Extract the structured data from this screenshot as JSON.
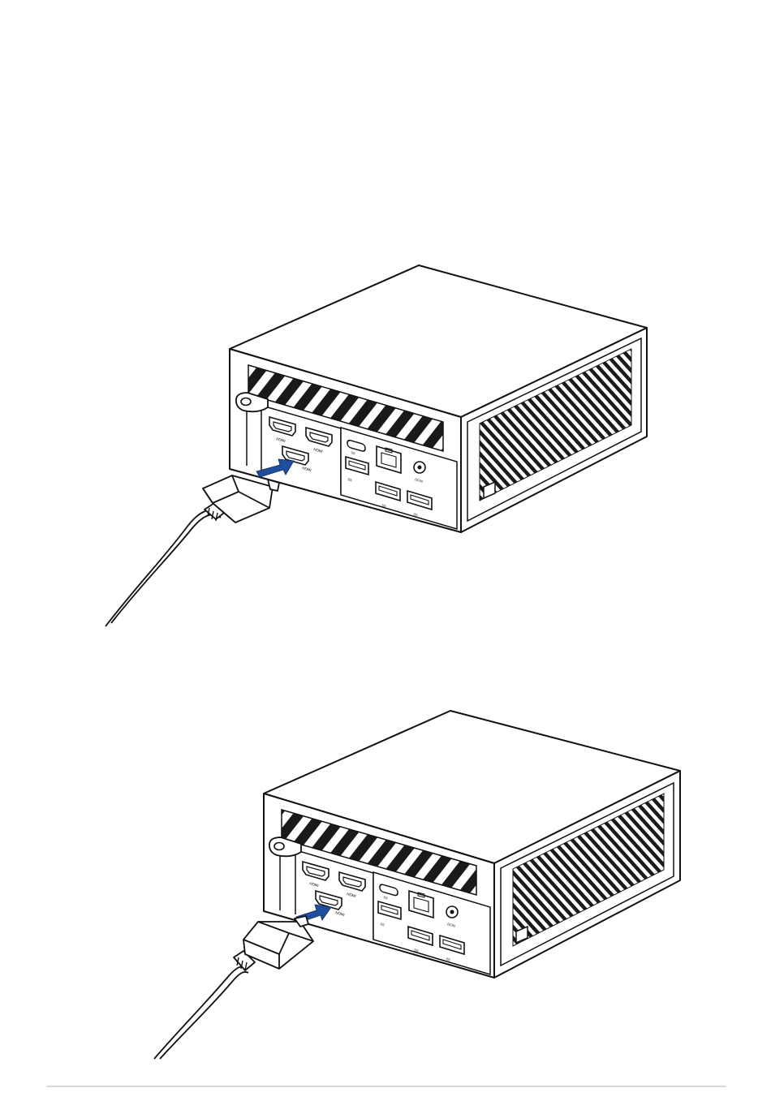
{
  "figures": [
    {
      "id": "step-1",
      "device": "mini-pc",
      "cable": "hdmi-cable",
      "target_port": "hdmi-port-lower",
      "port_labels": [
        "HDMI",
        "HDMI",
        "HDMI",
        "SS",
        "SS",
        "SS",
        "SS",
        "DCIN"
      ],
      "arrow_color": "#1f4e9c"
    },
    {
      "id": "step-2",
      "device": "mini-pc",
      "cable": "hdmi-cable",
      "target_port": "hdmi-port-lower",
      "port_labels": [
        "HDMI",
        "HDMI",
        "HDMI",
        "SS",
        "SS",
        "SS",
        "SS",
        "DCIN"
      ],
      "arrow_color": "#1f4e9c"
    }
  ],
  "footer_rule_color": "#d9d9d9"
}
